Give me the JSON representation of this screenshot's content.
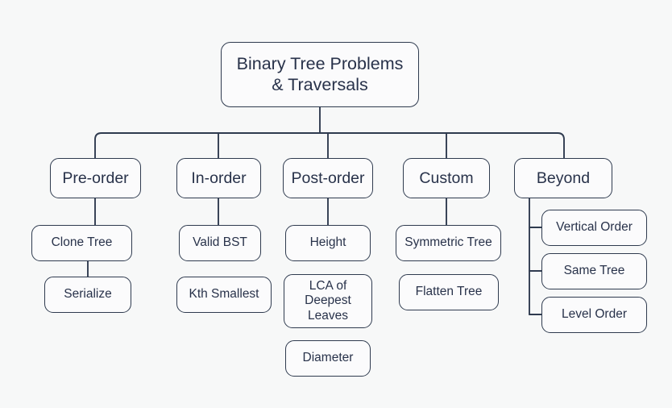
{
  "diagram": {
    "title": "Binary Tree Problems & Traversals",
    "background_color": "#f7f8f8",
    "stroke_color": "#2f3b4f",
    "text_color": "#28324a",
    "node_fill": "#fbfbfc",
    "root": {
      "label": "Binary Tree Problems\n& Traversals"
    },
    "branches": [
      {
        "label": "Pre-order",
        "children": [
          {
            "label": "Clone Tree"
          },
          {
            "label": "Serialize"
          }
        ]
      },
      {
        "label": "In-order",
        "children": [
          {
            "label": "Valid BST"
          },
          {
            "label": "Kth Smallest"
          }
        ]
      },
      {
        "label": "Post-order",
        "children": [
          {
            "label": "Height"
          },
          {
            "label": "LCA of\nDeepest\nLeaves"
          },
          {
            "label": "Diameter"
          }
        ]
      },
      {
        "label": "Custom",
        "children": [
          {
            "label": "Symmetric Tree"
          },
          {
            "label": "Flatten Tree"
          }
        ]
      },
      {
        "label": "Beyond",
        "children": [
          {
            "label": "Vertical Order"
          },
          {
            "label": "Same Tree"
          },
          {
            "label": "Level Order"
          }
        ]
      }
    ]
  }
}
